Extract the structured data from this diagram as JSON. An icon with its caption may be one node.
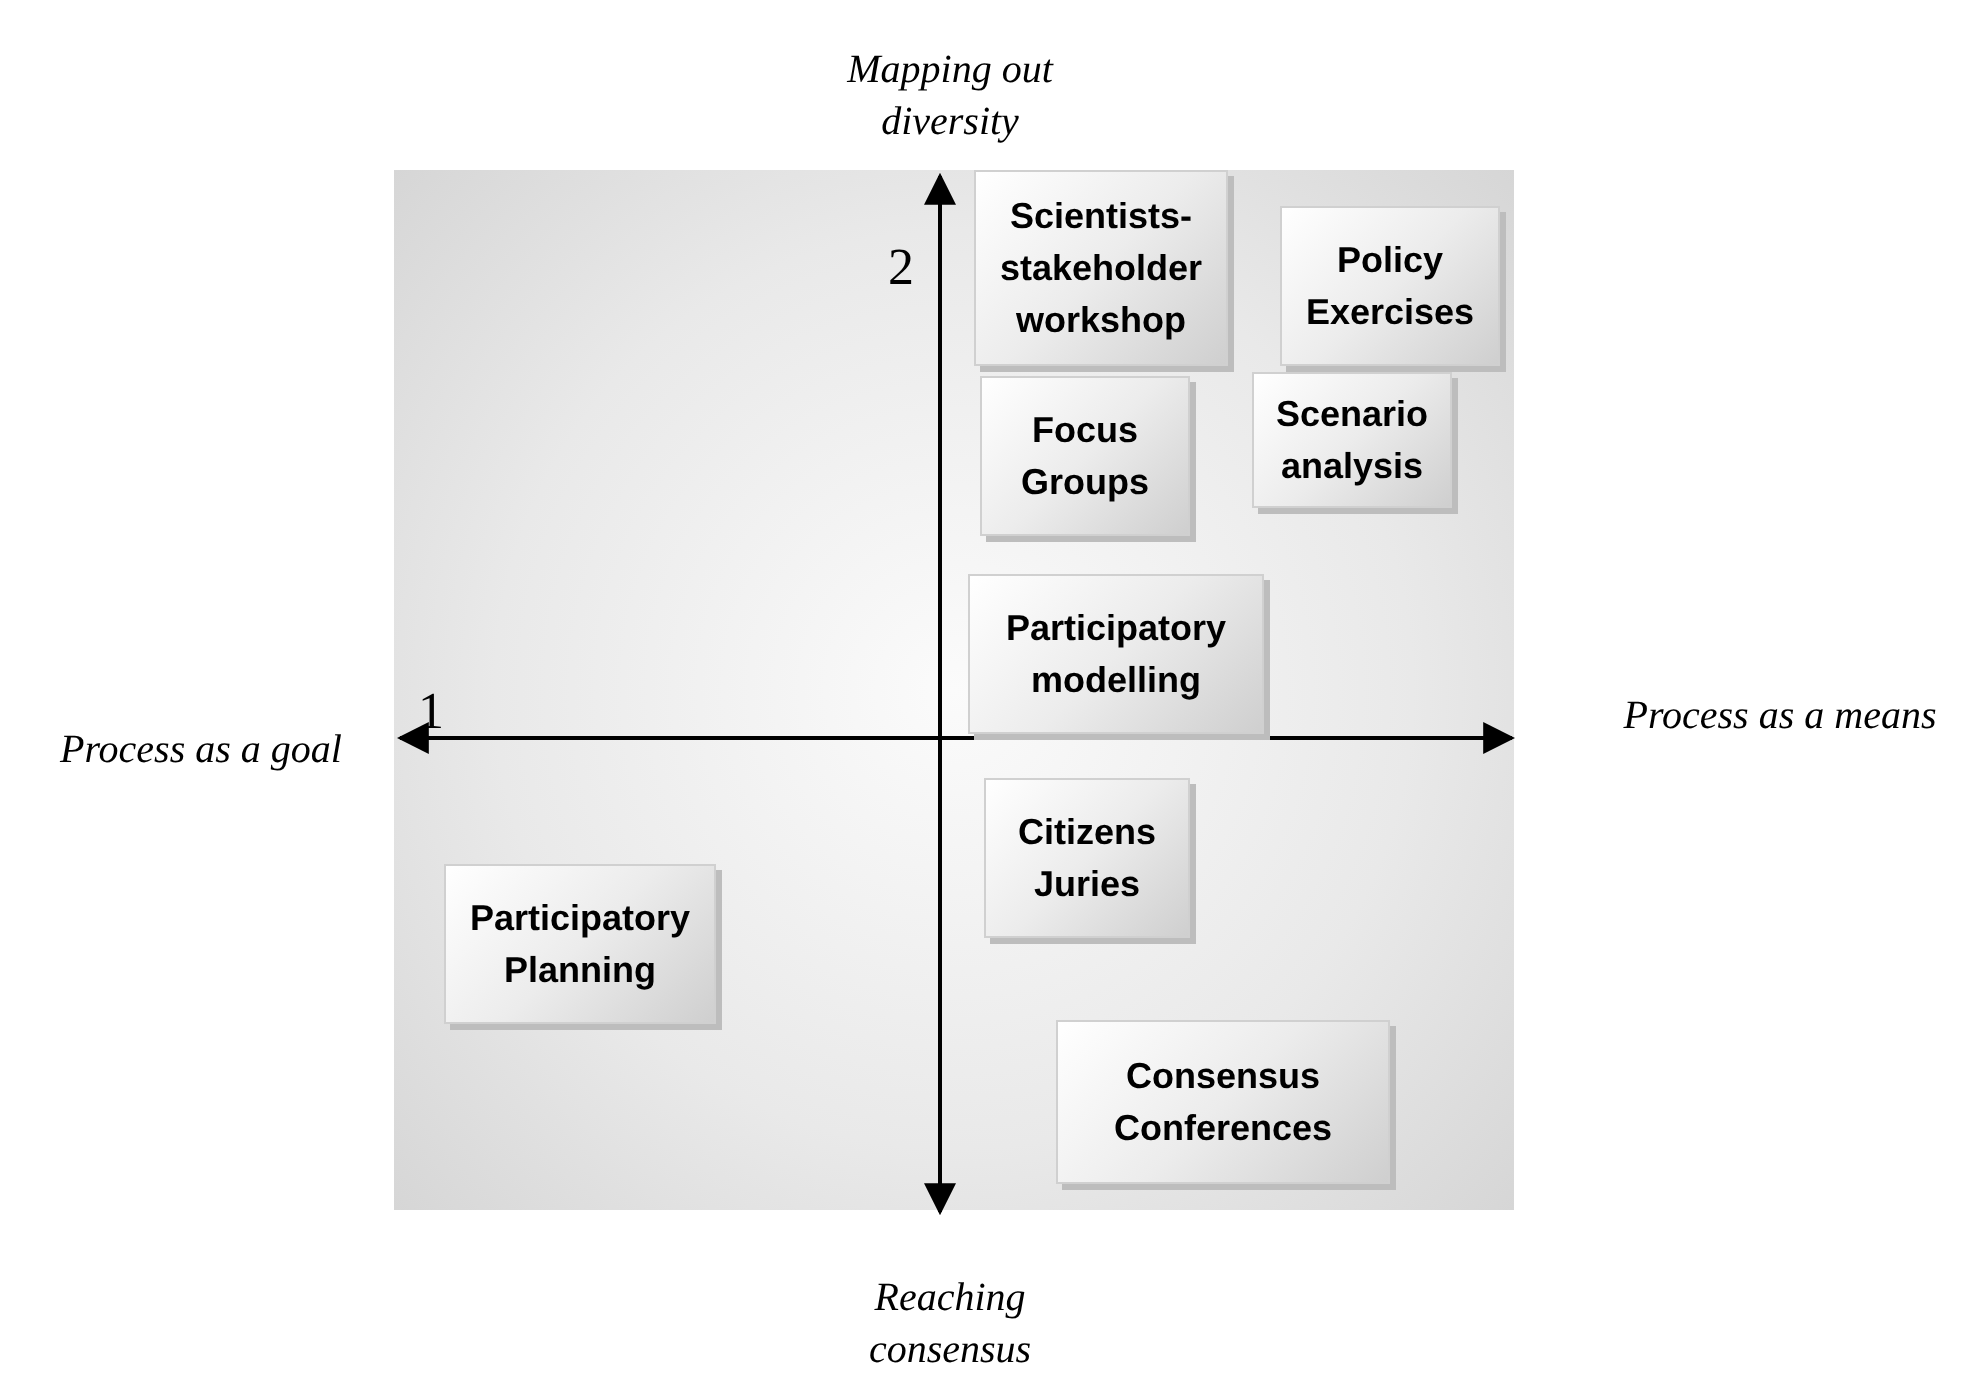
{
  "diagram": {
    "nodes": [
      {
        "text": [
          "Scientists-stakeholder workshop"
        ]
      },
      {
        "text": [
          "Policy Exercises"
        ]
      },
      {
        "text": [
          "Focus Groups"
        ]
      },
      {
        "text": [
          "Scenario analysis"
        ]
      },
      {
        "text": [
          "Participatory modelling"
        ]
      },
      {
        "text": [
          "Citizens Juries"
        ]
      },
      {
        "text": [
          "Participatory Planning"
        ]
      },
      {
        "text": [
          "Consensus Conferences"
        ]
      }
    ],
    "labels": [
      "Mapping out diversity",
      "2",
      "1",
      "Process as a goal",
      "Process as a means",
      "Reaching consensus"
    ]
  }
}
